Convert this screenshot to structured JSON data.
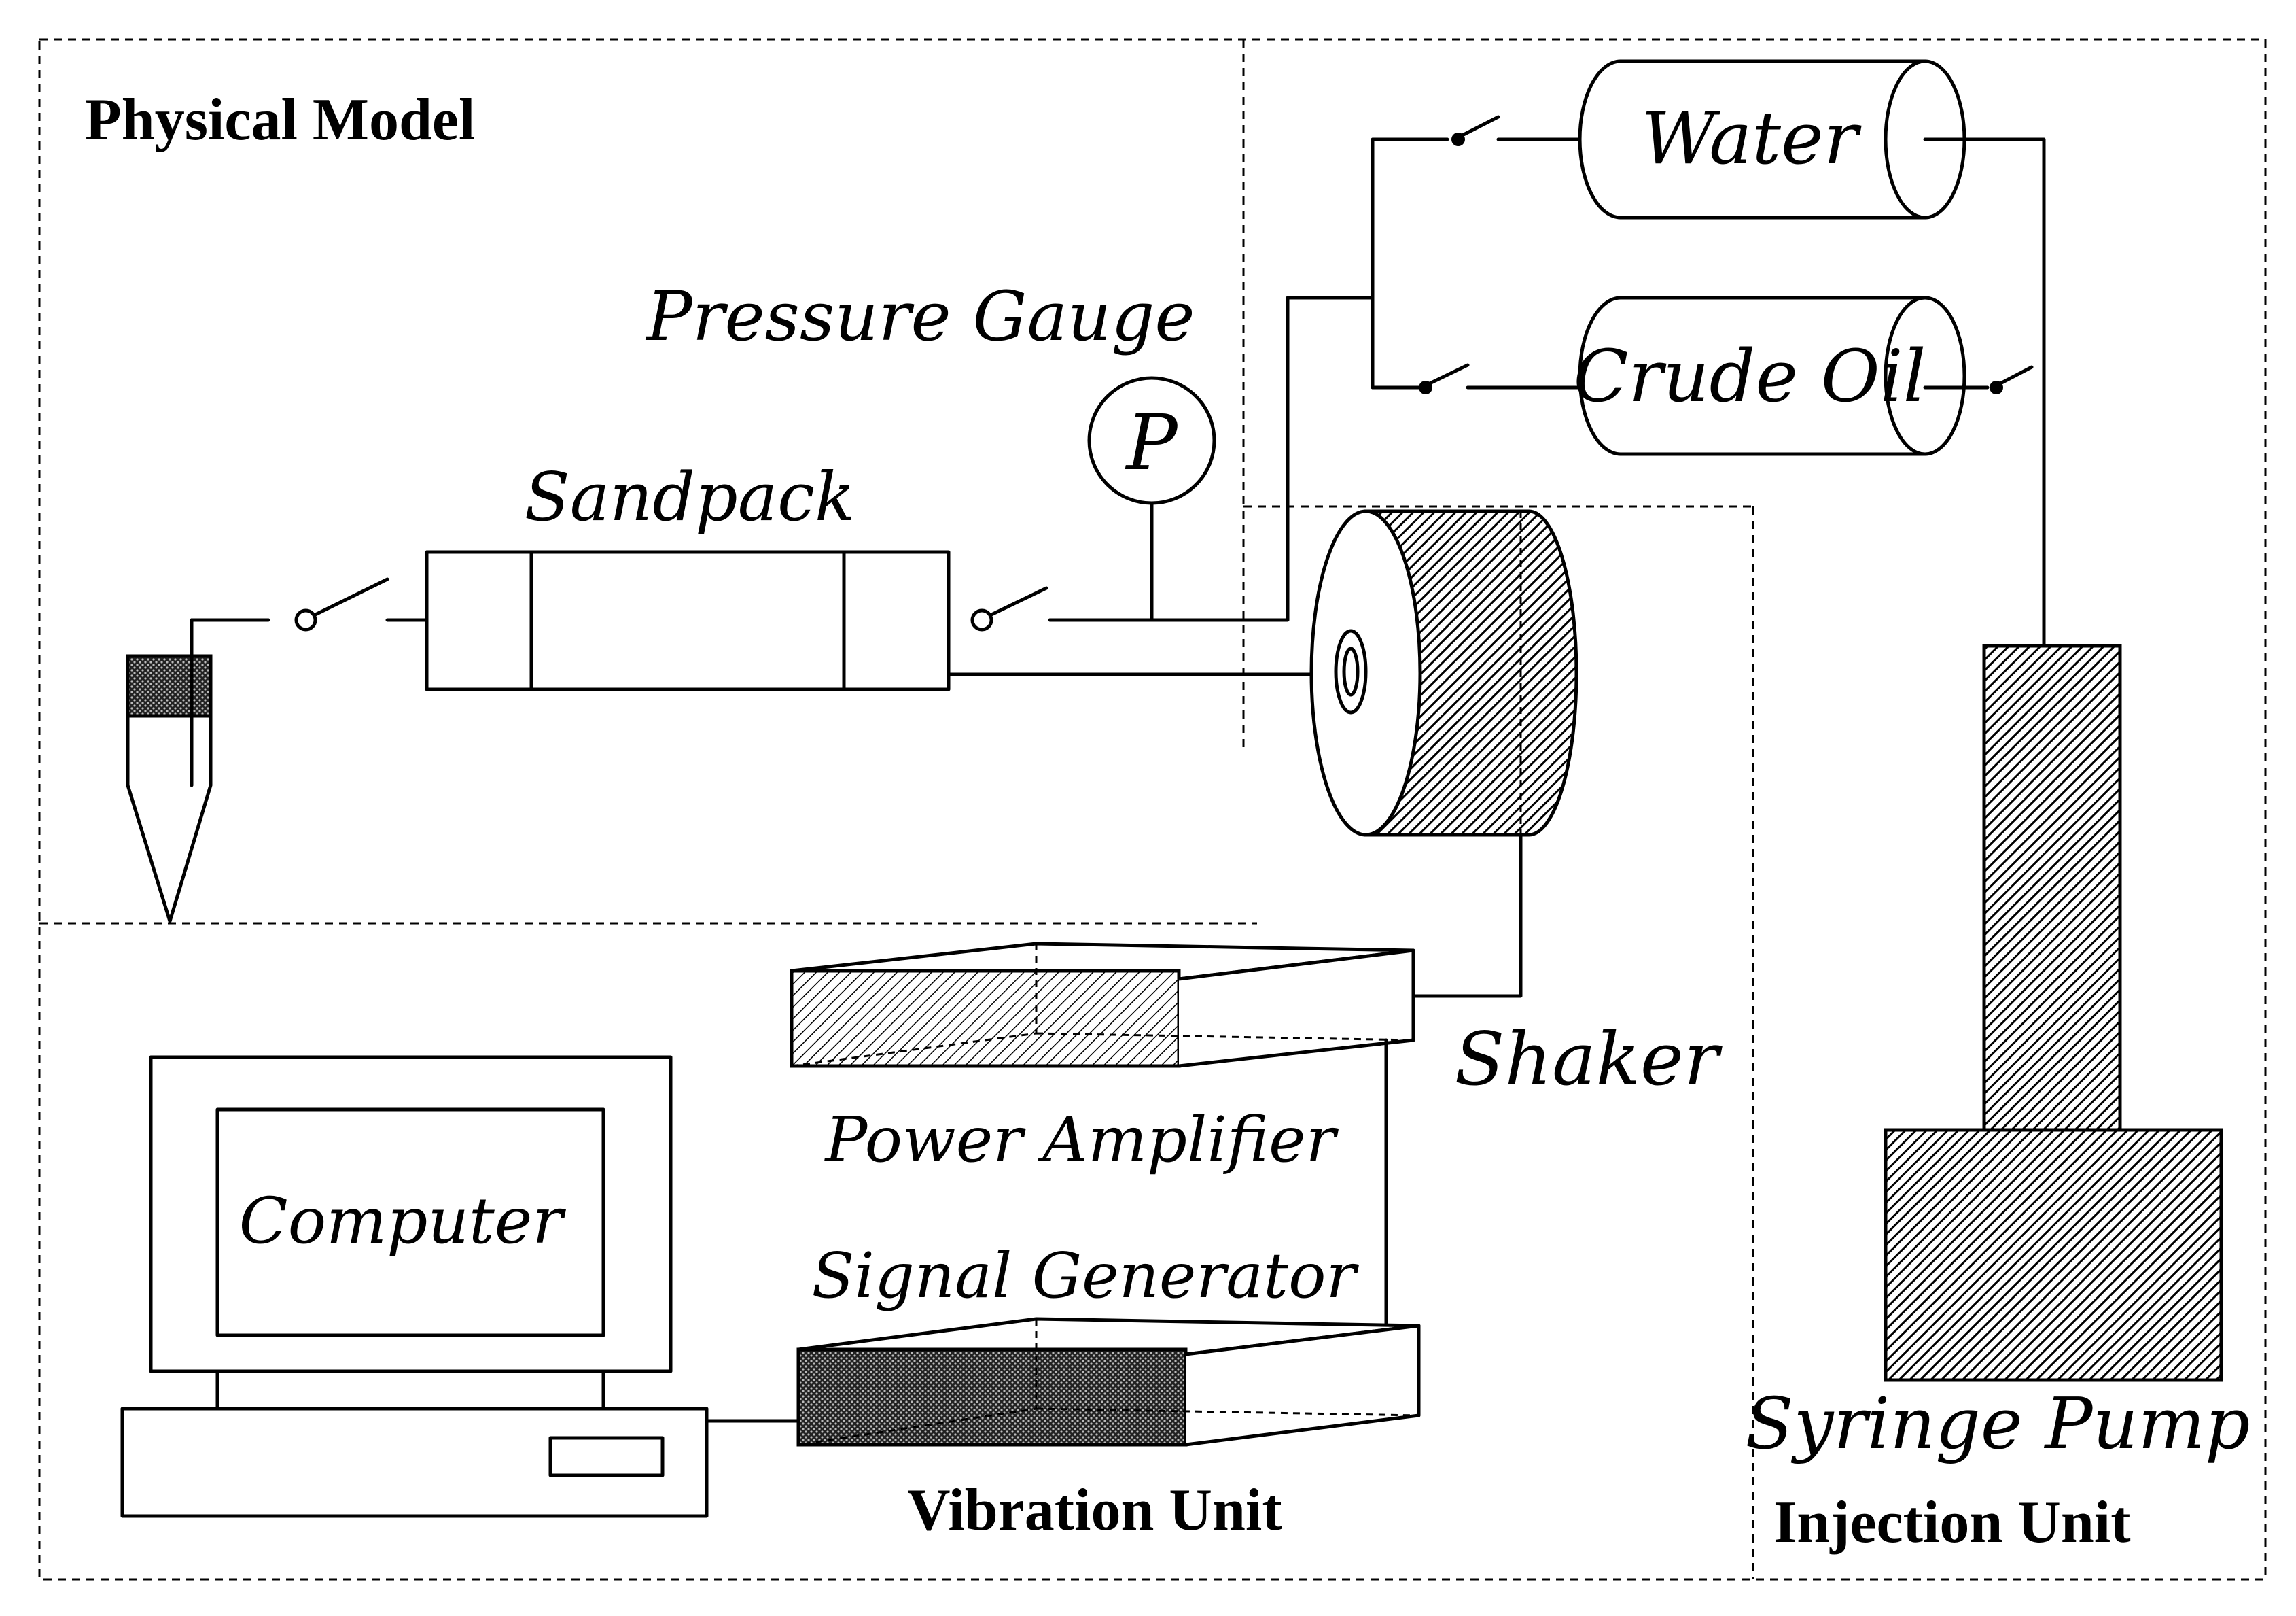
{
  "labels": {
    "physical_model": "Physical Model",
    "pressure_gauge": "Pressure Gauge",
    "gauge_symbol": "P",
    "sandpack": "Sandpack",
    "water": "Water",
    "crude_oil": "Crude Oil",
    "shaker": "Shaker",
    "power_amplifier": "Power Amplifier",
    "signal_generator": "Signal Generator",
    "computer": "Computer",
    "vibration_unit": "Vibration Unit",
    "syringe_pump": "Syringe Pump",
    "injection_unit": "Injection Unit"
  }
}
